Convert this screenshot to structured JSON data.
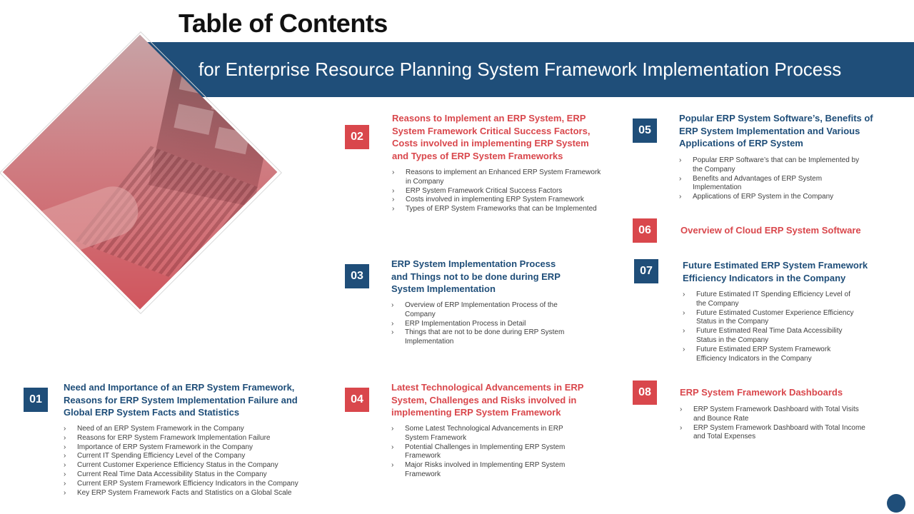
{
  "header": {
    "title": "Table of Contents",
    "subtitle": "for Enterprise Resource Planning System Framework Implementation Process"
  },
  "colors": {
    "blue": "#1f4e79",
    "red": "#d9474c"
  },
  "sections": [
    {
      "number": "01",
      "color": "blue",
      "title": "Need and Importance of an ERP  System Framework, Reasons for ERP  System Implementation Failure and Global ERP  System Facts and Statistics",
      "items": [
        "Need of an ERP  System Framework in the Company",
        "Reasons for ERP  System Framework Implementation  Failure",
        "Importance  of ERP  System Framework in the Company",
        "Current IT Spending Efficiency Level of the Company",
        "Current Customer Experience Efficiency Status in the Company",
        "Current Real Time Data  Accessibility Status in the Company",
        "Current ERP  System Framework Efficiency Indicators in the Company",
        "Key ERP  System Framework Facts and Statistics on a    Global Scale"
      ]
    },
    {
      "number": "02",
      "color": "red",
      "title": "Reasons  to Implement an ERP  System, ERP  System Framework Critical Success Factors, Costs  involved in implementing ERP System and Types of ERP  System Frameworks",
      "items": [
        "Reasons to implement  an Enhanced ERP  System Framework in Company",
        "ERP  System Framework Critical Success Factors",
        "Costs involved in implementing  ERP  System Framework",
        "Types of ERP  System Frameworks that can be Implemented"
      ]
    },
    {
      "number": "03",
      "color": "blue",
      "title": "ERP  System Implementation Process and Things  not to be done during ERP  System Implementation",
      "items": [
        "Overview of ERP Implementation  Process of the Company",
        "ERP  Implementation  Process in Detail",
        "Things that are not to be done during ERP System Implementation"
      ]
    },
    {
      "number": "04",
      "color": "red",
      "title": "Latest Technological Advancements  in ERP  System, Challenges and Risks  involved in implementing ERP System Framework",
      "items": [
        "Some Latest Technological Advancements in ERP  System Framework",
        "Potential  Challenges in Implementing  ERP System Framework",
        "Major Risks involved in Implementing  ERP System Framework"
      ]
    },
    {
      "number": "05",
      "color": "blue",
      "title": "Popular ERP  System Software’s, Benefits of ERP  System Implementation and Various Applications of ERP  System",
      "items": [
        "Popular ERP  Software’s that can be Implemented by the Company",
        "Benefits and Advantages of ERP System Implementation",
        "Applications of ERP  System in the Company"
      ]
    },
    {
      "number": "06",
      "color": "red",
      "title": "Overview of Cloud ERP  System  Software",
      "items": []
    },
    {
      "number": "07",
      "color": "blue",
      "title": "Future Estimated ERP  System Framework Efficiency Indicators  in the Company",
      "items": [
        "Future Estimated  IT Spending Efficiency Level of the Company",
        "Future Estimated  Customer Experience Efficiency Status in the Company",
        "Future Estimated  Real Time Data Accessibility Status in the Company",
        "Future Estimated  ERP  System Framework Efficiency Indicators in the Company"
      ]
    },
    {
      "number": "08",
      "color": "red",
      "title": "ERP  System Framework Dashboards",
      "items": [
        "ERP  System Framework Dashboard with Total Visits and Bounce Rate",
        "ERP  System Framework Dashboard with Total Income and Total Expenses"
      ]
    }
  ]
}
